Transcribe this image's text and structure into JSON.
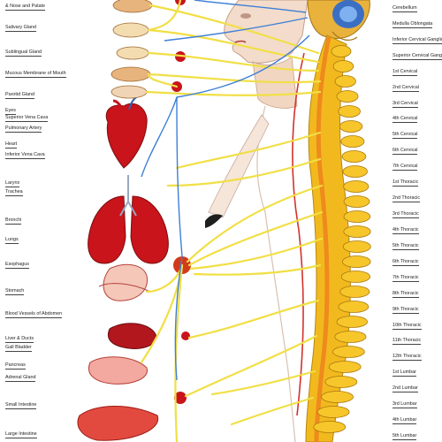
{
  "diagram": {
    "colors": {
      "nerve": "#f1df45",
      "nerve_edge": "#c9a81a",
      "vessel": "#3f7fd6",
      "organ": "#c8141a",
      "organ_dark": "#7d0d10",
      "skin": "#f3dccb",
      "vertebra": "#f7c62a",
      "spinal_cord": "#ef8a1c"
    },
    "left_labels": [
      "& Nose and Palate",
      "Salivary Gland",
      "Sublingual Gland",
      "Mucous Membrane of Mouth",
      "Parotid Gland",
      "Eyes",
      "Superior Vena Cava",
      "Pulmonary Artery",
      "Heart",
      "Inferior Vena Cava",
      "Larynx",
      "Trachea",
      "Bronchi",
      "Lungs",
      "Esophagus",
      "Stomach",
      "Blood Vessels of Abdomen",
      "Liver & Ducts",
      "Gall Bladder",
      "Pancreas",
      "Adrenal Gland",
      "Small Intestine",
      "Large Intestine"
    ],
    "right_labels": [
      "Cerebellum",
      "Medulla Oblongata",
      "Inferior Cervical Ganglion",
      "Superior Cervical Ganglion",
      "1st Cervical",
      "2nd Cervical",
      "3rd Cervical",
      "4th Cervical",
      "5th Cervical",
      "6th Cervical",
      "7th Cervical",
      "1st Thoracic",
      "2nd Thoracic",
      "3rd Thoracic",
      "4th Thoracic",
      "5th Thoracic",
      "6th Thoracic",
      "7th Thoracic",
      "8th Thoracic",
      "9th Thoracic",
      "10th Thoracic",
      "11th Thoracic",
      "12th Thoracic",
      "1st Lumbar",
      "2nd Lumbar",
      "3rd Lumbar",
      "4th Lumbar",
      "5th Lumbar"
    ]
  }
}
